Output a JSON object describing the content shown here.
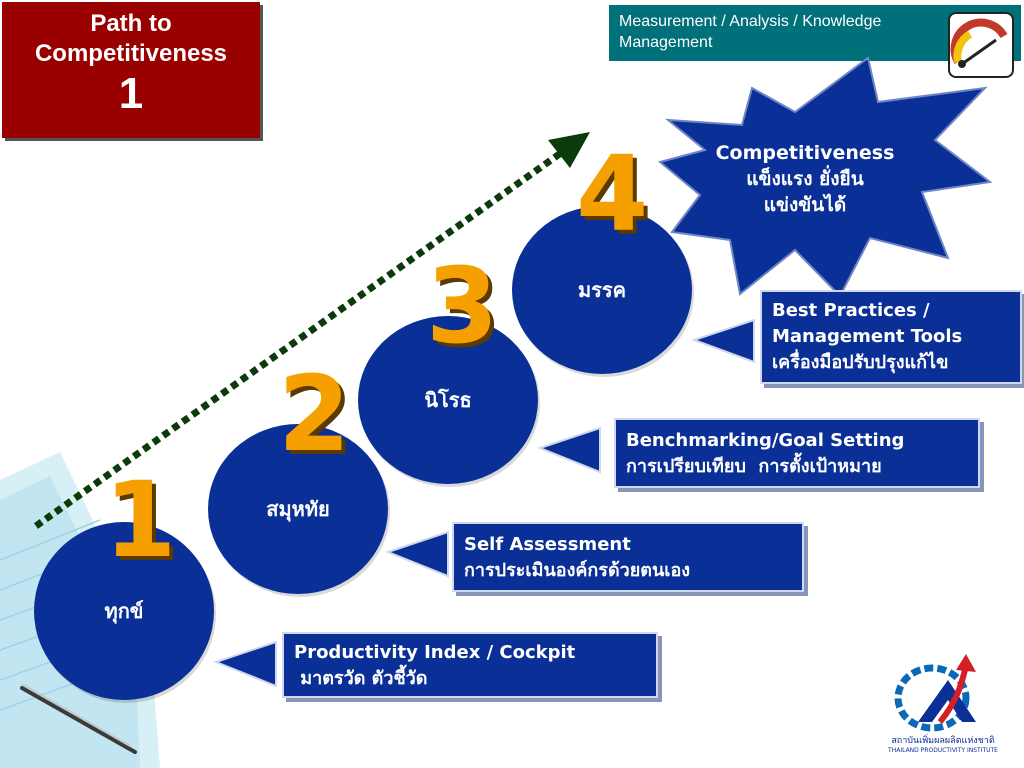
{
  "title": {
    "line1": "Path to",
    "line2": "Competitiveness",
    "number": "1"
  },
  "header": {
    "text": "Measurement / Analysis / Knowledge Management"
  },
  "gauge": {
    "icon": "gauge-icon"
  },
  "steps": [
    {
      "number": "1",
      "circle_label": "ทุกข์",
      "info_line1": "Productivity Index / Cockpit",
      "info_line2": " มาตรวัด ตัวชี้วัด"
    },
    {
      "number": "2",
      "circle_label": "สมุหทัย",
      "info_line1": "Self Assessment",
      "info_line2": "การประเมินองค์กรด้วยตนเอง"
    },
    {
      "number": "3",
      "circle_label": "นิโรธ",
      "info_line1": "Benchmarking/Goal Setting",
      "info_line2": "การเปรียบเทียบ  การตั้งเป้าหมาย"
    },
    {
      "number": "4",
      "circle_label": "มรรค",
      "info_line1": "Best Practices /",
      "info_line2": "Management Tools",
      "info_line3": "เครื่องมือปรับปรุงแก้ไข"
    }
  ],
  "goal": {
    "line1": "Competitiveness",
    "line2": "แข็งแรง ยั่งยืน",
    "line3": "แข่งขันได้"
  },
  "logo": {
    "caption_th": "สถาบันเพิ่มผลผลิตแห่งชาติ",
    "caption_en": "THAILAND PRODUCTIVITY INSTITUTE"
  },
  "colors": {
    "navy": "#0a2f96",
    "orange": "#f5a000",
    "maroon": "#990000",
    "teal": "#00707a"
  }
}
